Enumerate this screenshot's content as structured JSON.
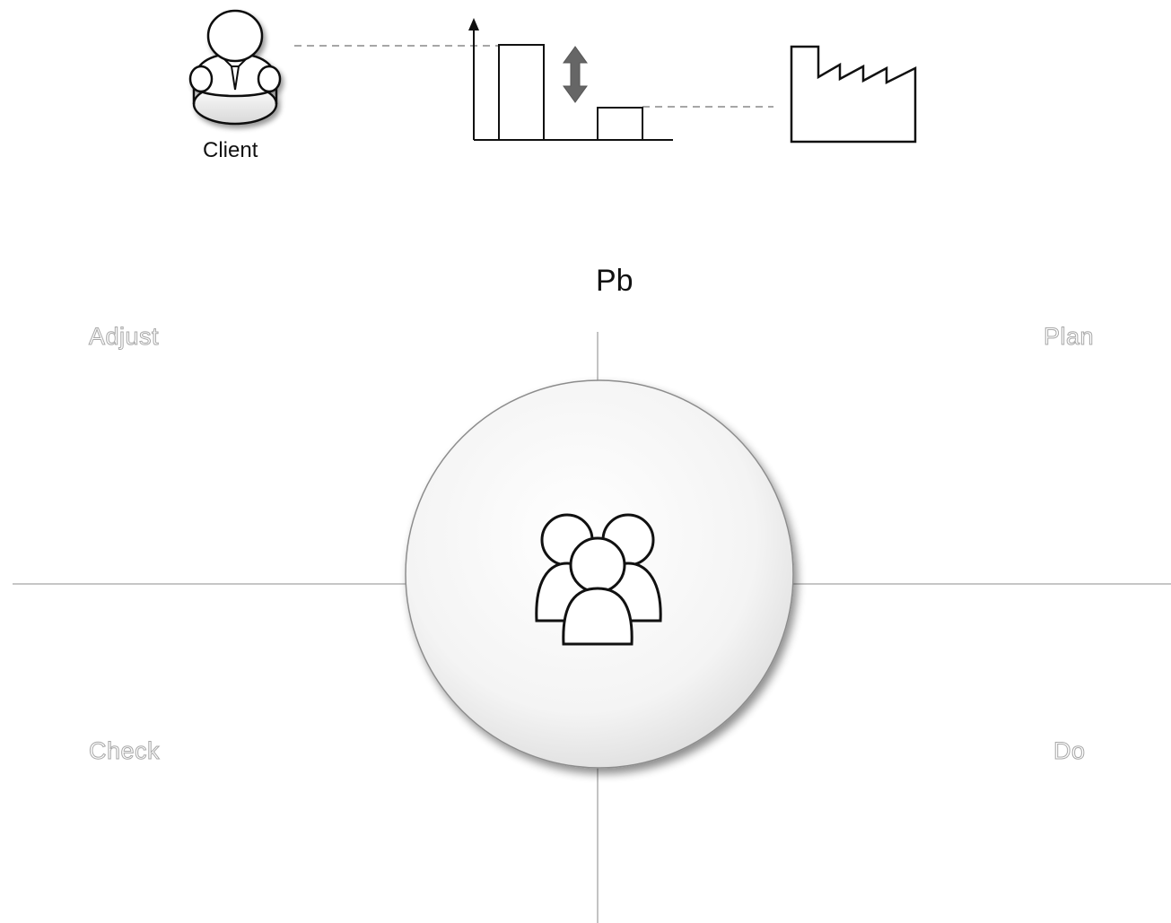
{
  "labels": {
    "client": "Client",
    "problem": "Pb",
    "plan": "Plan",
    "do": "Do",
    "check": "Check",
    "adjust": "Adjust"
  },
  "icons": {
    "client": "business-person-icon",
    "gap_chart": "bar-gap-chart-icon",
    "factory": "factory-icon",
    "problem": "starburst-problem-icon",
    "observe": "eye-icon",
    "think": "thinking-team-icon",
    "do": "hammer-nail-icon",
    "check": "trend-chart-icon",
    "adjust": "checklist-document-icon",
    "team": "team-group-icon"
  },
  "colors": {
    "axis": "#b4b4b4",
    "arrow": "#a8a8a8",
    "stroke": "#111111",
    "gap_arrow": "#666666"
  }
}
